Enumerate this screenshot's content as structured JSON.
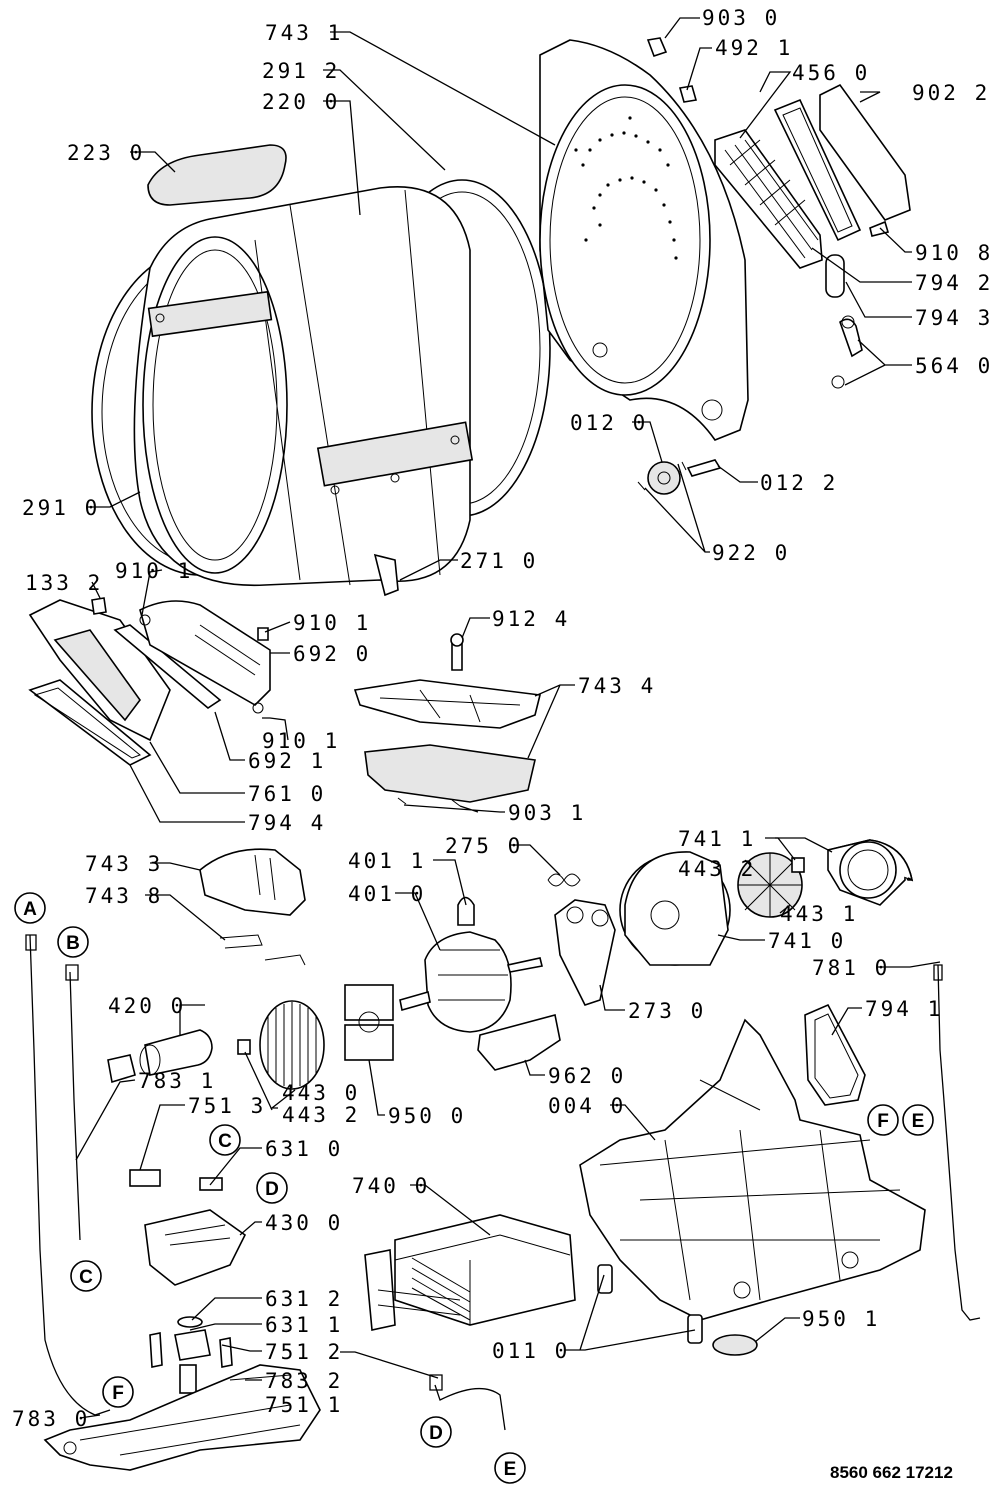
{
  "reference": "8560 662 17212",
  "labels": [
    {
      "id": "l7431",
      "text": "743 1"
    },
    {
      "id": "l2912",
      "text": "291 2"
    },
    {
      "id": "l2200",
      "text": "220 0"
    },
    {
      "id": "l2230",
      "text": "223 0"
    },
    {
      "id": "l9030",
      "text": "903 0"
    },
    {
      "id": "l4921",
      "text": "492 1"
    },
    {
      "id": "l4560",
      "text": "456 0"
    },
    {
      "id": "l9022",
      "text": "902 2"
    },
    {
      "id": "l9108",
      "text": "910 8"
    },
    {
      "id": "l7942",
      "text": "794 2"
    },
    {
      "id": "l7943",
      "text": "794 3"
    },
    {
      "id": "l5640",
      "text": "564 0"
    },
    {
      "id": "l0120",
      "text": "012 0"
    },
    {
      "id": "l0122",
      "text": "012 2"
    },
    {
      "id": "l9220",
      "text": "922 0"
    },
    {
      "id": "l2910",
      "text": "291 0"
    },
    {
      "id": "l2710",
      "text": "271 0"
    },
    {
      "id": "l1332",
      "text": "133 2"
    },
    {
      "id": "l9101a",
      "text": "910 1"
    },
    {
      "id": "l9101b",
      "text": "910 1"
    },
    {
      "id": "l6920",
      "text": "692 0"
    },
    {
      "id": "l9124",
      "text": "912 4"
    },
    {
      "id": "l7434",
      "text": "743 4"
    },
    {
      "id": "l9101c",
      "text": "910 1"
    },
    {
      "id": "l6921",
      "text": "692 1"
    },
    {
      "id": "l7610",
      "text": "761 0"
    },
    {
      "id": "l7944",
      "text": "794 4"
    },
    {
      "id": "l9031",
      "text": "903 1"
    },
    {
      "id": "l7411",
      "text": "741 1"
    },
    {
      "id": "l4432a",
      "text": "443 2"
    },
    {
      "id": "l7433",
      "text": "743 3"
    },
    {
      "id": "l4011",
      "text": "401 1"
    },
    {
      "id": "l2750",
      "text": "275 0"
    },
    {
      "id": "l4010",
      "text": "401 0"
    },
    {
      "id": "l7438",
      "text": "743 8"
    },
    {
      "id": "l4431",
      "text": "443 1"
    },
    {
      "id": "l7410",
      "text": "741 0"
    },
    {
      "id": "l7810",
      "text": "781 0"
    },
    {
      "id": "l2730",
      "text": "273 0"
    },
    {
      "id": "l4200",
      "text": "420 0"
    },
    {
      "id": "l7941",
      "text": "794 1"
    },
    {
      "id": "l7831",
      "text": "783 1"
    },
    {
      "id": "l7513",
      "text": "751 3"
    },
    {
      "id": "l4430",
      "text": "443 0"
    },
    {
      "id": "l4432b",
      "text": "443 2"
    },
    {
      "id": "l9620",
      "text": "962 0"
    },
    {
      "id": "l0040",
      "text": "004 0"
    },
    {
      "id": "l9500",
      "text": "950 0"
    },
    {
      "id": "l6310",
      "text": "631 0"
    },
    {
      "id": "l4300",
      "text": "430 0"
    },
    {
      "id": "l7400",
      "text": "740 0"
    },
    {
      "id": "l6312",
      "text": "631 2"
    },
    {
      "id": "l6311",
      "text": "631 1"
    },
    {
      "id": "l7512",
      "text": "751 2"
    },
    {
      "id": "l0110",
      "text": "011 0"
    },
    {
      "id": "l9501",
      "text": "950 1"
    },
    {
      "id": "l7832",
      "text": "783 2"
    },
    {
      "id": "l7511",
      "text": "751 1"
    },
    {
      "id": "l7830",
      "text": "783 0"
    }
  ],
  "connectors": [
    {
      "id": "cA",
      "text": "A"
    },
    {
      "id": "cB",
      "text": "B"
    },
    {
      "id": "cC1",
      "text": "C"
    },
    {
      "id": "cC2",
      "text": "C"
    },
    {
      "id": "cD1",
      "text": "D"
    },
    {
      "id": "cD2",
      "text": "D"
    },
    {
      "id": "cE1",
      "text": "E"
    },
    {
      "id": "cE2",
      "text": "E"
    },
    {
      "id": "cF1",
      "text": "F"
    },
    {
      "id": "cF2",
      "text": "F"
    }
  ]
}
